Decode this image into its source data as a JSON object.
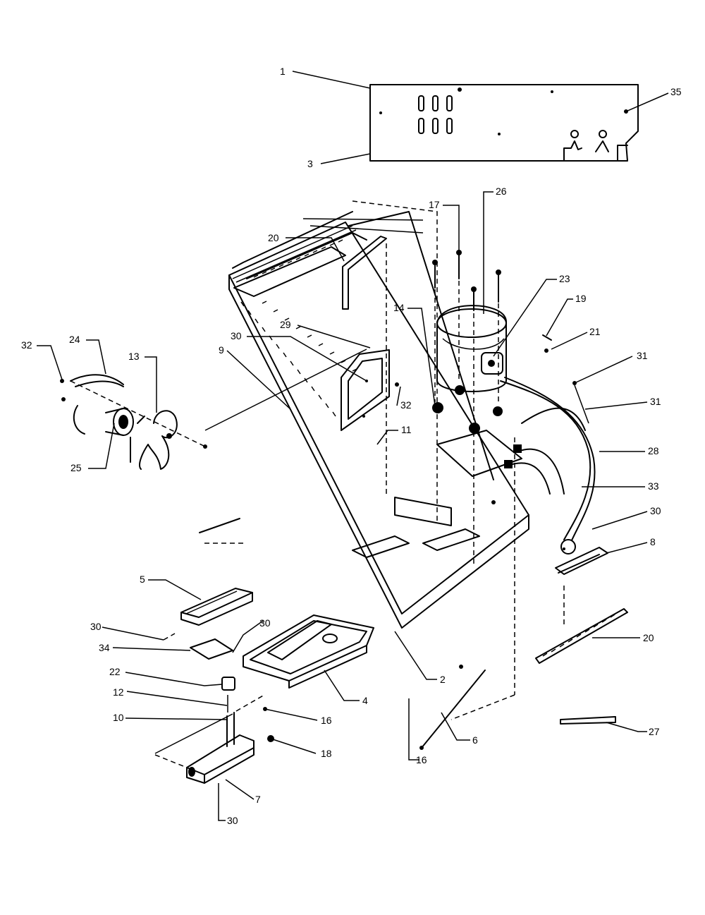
{
  "labels": [
    "1",
    "3",
    "35",
    "17",
    "26",
    "20",
    "23",
    "19",
    "21",
    "14",
    "29",
    "30",
    "9",
    "32",
    "24",
    "13",
    "32",
    "31",
    "31",
    "28",
    "11",
    "25",
    "33",
    "30",
    "8",
    "5",
    "30",
    "30",
    "34",
    "22",
    "12",
    "4",
    "2",
    "20",
    "10",
    "16",
    "18",
    "6",
    "16",
    "27",
    "7",
    "30"
  ]
}
